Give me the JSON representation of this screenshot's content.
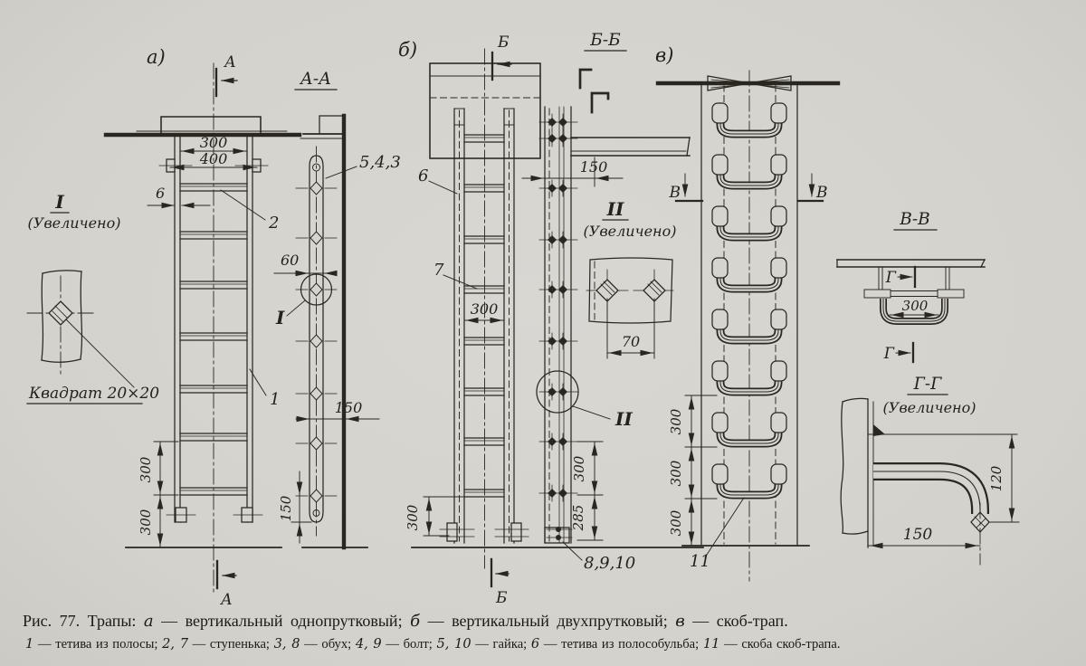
{
  "page": {
    "paper_color": "#d6d4cf",
    "ink_color": "#29271f"
  },
  "caption": {
    "prefix": "Рис. 77. Трапы:",
    "items": [
      {
        "key": "а",
        "text": " — вертикальный однопрутковый; "
      },
      {
        "key": "б",
        "text": " — вертикальный двухпрутковый; "
      },
      {
        "key": "в",
        "text": " — скоб-трап."
      }
    ]
  },
  "legend": {
    "items": [
      {
        "num": "1",
        "text": " — тетива из полосы; "
      },
      {
        "num": "2, 7",
        "text": " — ступенька; "
      },
      {
        "num": "3, 8",
        "text": " — обух; "
      },
      {
        "num": "4, 9",
        "text": " — болт; "
      },
      {
        "num": "5, 10",
        "text": " — гайка; "
      },
      {
        "num": "6",
        "text": " — тетива из полособульба; "
      },
      {
        "num": "11",
        "text": " — скоба скоб-трапа."
      }
    ]
  },
  "drawing": {
    "ladder_a": {
      "label": "а)",
      "section_top": "А",
      "section_bottom": "А",
      "dim_width_inner": "300",
      "dim_width_outer": "400",
      "dim_rail": "6",
      "part_step": "2",
      "part_rail": "1",
      "dim_step1": "300",
      "dim_step2": "300"
    },
    "detail_i": {
      "mark": "I",
      "note": "(Увеличено)",
      "callout": "Квадрат 20×20"
    },
    "section_aa": {
      "title": "А-А",
      "parts": "5,4,3",
      "dim_width": "60",
      "mark": "I",
      "dim_offset": "150",
      "dim_bottom": "150"
    },
    "ladder_b": {
      "label": "б)",
      "section_top": "Б",
      "section_bottom": "Б",
      "part_rail": "6",
      "part_step": "7",
      "dim_width": "300",
      "dim_step": "300"
    },
    "section_bb": {
      "title": "Б-Б",
      "dim_offset": "150",
      "mark": "II",
      "dim_step": "300",
      "dim_bottom": "285",
      "parts": "8,9,10"
    },
    "detail_ii": {
      "mark": "II",
      "note": "(Увеличено)",
      "dim": "70"
    },
    "ladder_v": {
      "label": "в)",
      "view_left": "В",
      "view_right": "В",
      "dim1": "300",
      "dim2": "300",
      "dim3": "300",
      "part": "11"
    },
    "section_vv": {
      "title": "В-В",
      "dim": "300",
      "mark_top": "Г",
      "mark_bottom": "Г"
    },
    "section_gg": {
      "title": "Г-Г",
      "note": "(Увеличено)",
      "dim_h": "150",
      "dim_v": "120"
    }
  }
}
